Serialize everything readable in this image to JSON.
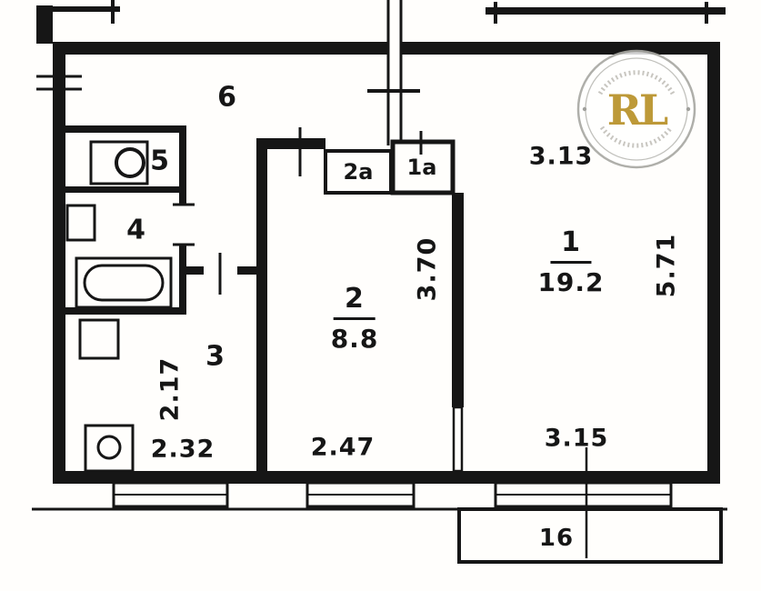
{
  "plan": {
    "title": "apartment-floor-plan",
    "rooms": {
      "room1": {
        "label": "1",
        "area": "19.2"
      },
      "room2": {
        "label": "2",
        "area": "8.8"
      },
      "room3": {
        "label": "3"
      },
      "room4": {
        "label": "4"
      },
      "room5": {
        "label": "5"
      },
      "room6": {
        "label": "6"
      },
      "closet_2a": {
        "label": "2a"
      },
      "closet_1a": {
        "label": "1a"
      },
      "balcony": {
        "label": "16"
      }
    },
    "dimensions": {
      "room1_width": "3.13",
      "room1_depth": "5.71",
      "room2_depth": "3.70",
      "corridor_depth": "2.17",
      "corridor_width": "2.32",
      "room2_width": "2.47",
      "balcony_width": "3.15"
    },
    "colors": {
      "ink": "#161616",
      "watermark_gold": "#b89128",
      "watermark_ring": "#a9a9a4"
    },
    "watermark": {
      "initials": "RL"
    }
  }
}
